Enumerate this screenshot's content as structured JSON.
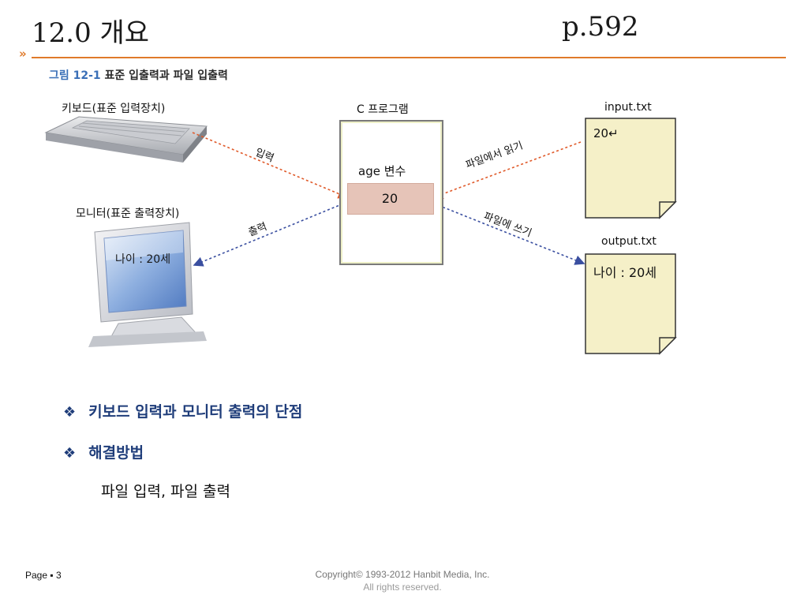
{
  "header": {
    "title": "12.0 개요",
    "page_ref": "p.592"
  },
  "figure": {
    "caption_number": "그림 12-1",
    "caption_text": "표준 입출력과 파일 입출력",
    "keyboard_label": "키보드(표준 입력장치)",
    "monitor_label": "모니터(표준 출력장치)",
    "monitor_screen_text": "나이 : 20세",
    "program_label": "C 프로그램",
    "variable_label": "age 변수",
    "variable_value": "20",
    "input_file_name": "input.txt",
    "input_file_content": "20↵",
    "output_file_name": "output.txt",
    "output_file_content": "나이 : 20세",
    "arrow_input": "입력",
    "arrow_output": "출력",
    "arrow_read_file": "파일에서 읽기",
    "arrow_write_file": "파일에 쓰기",
    "colors": {
      "input_arrow": "#e05a2a",
      "output_arrow": "#3a4fa0",
      "file_fill": "#f5f0c8",
      "variable_fill": "#e6c4b8",
      "accent": "#e07a2a"
    }
  },
  "content": {
    "bullet1": "키보드 입력과 모니터 출력의 단점",
    "bullet2": "해결방법",
    "solution": "파일 입력, 파일 출력",
    "bullet_symbol": "❖"
  },
  "footer": {
    "page": "Page ▪ 3",
    "copyright_line1": "Copyright© 1993-2012 Hanbit Media, Inc.",
    "copyright_line2": "All rights reserved."
  }
}
